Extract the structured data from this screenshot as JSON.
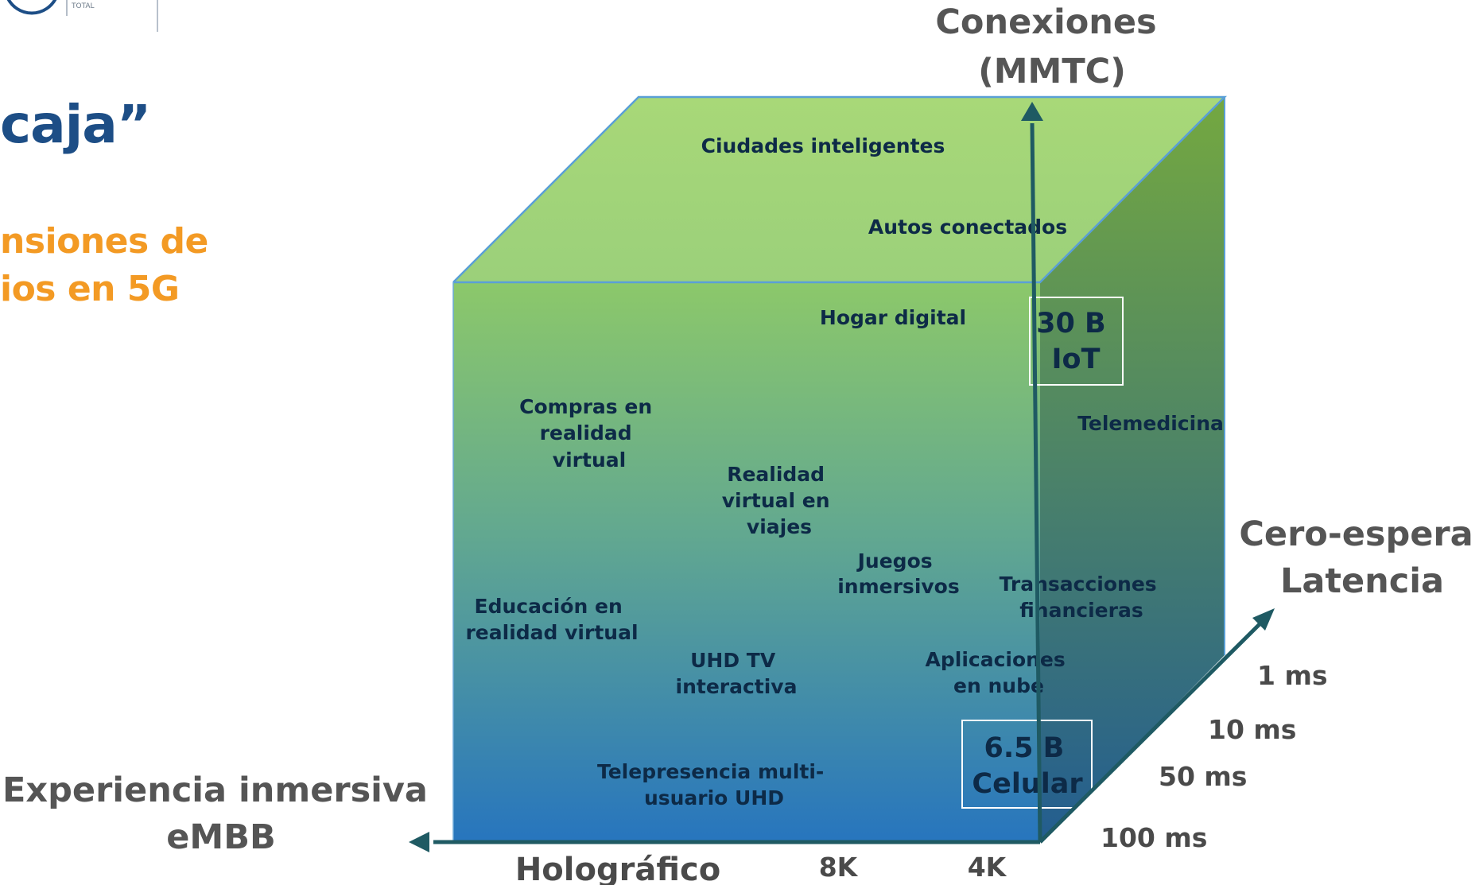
{
  "header": {
    "logo_text": "TOTAL",
    "title": "caja”",
    "subtitle_line1": "nsiones de",
    "subtitle_line2": "ios en 5G"
  },
  "colors": {
    "title": "#1d4e86",
    "subtitle": "#f39a24",
    "axis_arrow": "#1f5a63",
    "cube_top": "#a8d878",
    "cube_front_top": "#8cc86a",
    "cube_front_bottom": "#2775be",
    "cube_side_top": "#74a840",
    "cube_side_bottom": "#235d90"
  },
  "axes": {
    "vertical_title_line1": "Conexiones",
    "vertical_title_line2": "(MMTC)",
    "latency_title_line1": "Cero-espera",
    "latency_title_line2": "Latencia",
    "immersive_title_line1": "Experiencia inmersiva",
    "immersive_title_line2": "eMBB",
    "latency_ticks": [
      "1 ms",
      "10 ms",
      "50 ms",
      "100 ms"
    ],
    "resolution_ticks": [
      "Holográfico",
      "8K",
      "4K"
    ]
  },
  "boxes": {
    "iot_line1": "30 B",
    "iot_line2": "IoT",
    "cell_line1": "6.5 B",
    "cell_line2": "Celular"
  },
  "applications": {
    "ciudades": "Ciudades inteligentes",
    "autos": "Autos conectados",
    "hogar": "Hogar digital",
    "telemedicina": "Telemedicina",
    "compras": [
      "Compras en",
      "realidad",
      "virtual"
    ],
    "rv_viajes": [
      "Realidad",
      "virtual  en",
      "viajes"
    ],
    "juegos": [
      "Juegos",
      "inmersivos"
    ],
    "transacciones": [
      "Transacciones",
      "financieras"
    ],
    "educacion": [
      "Educación en",
      "realidad virtual"
    ],
    "uhd_tv": [
      "UHD TV",
      "interactiva"
    ],
    "aplicaciones": [
      "Aplicaciones",
      "en nube"
    ],
    "telepresencia": [
      "Telepresencia multi-",
      "usuario UHD"
    ]
  }
}
